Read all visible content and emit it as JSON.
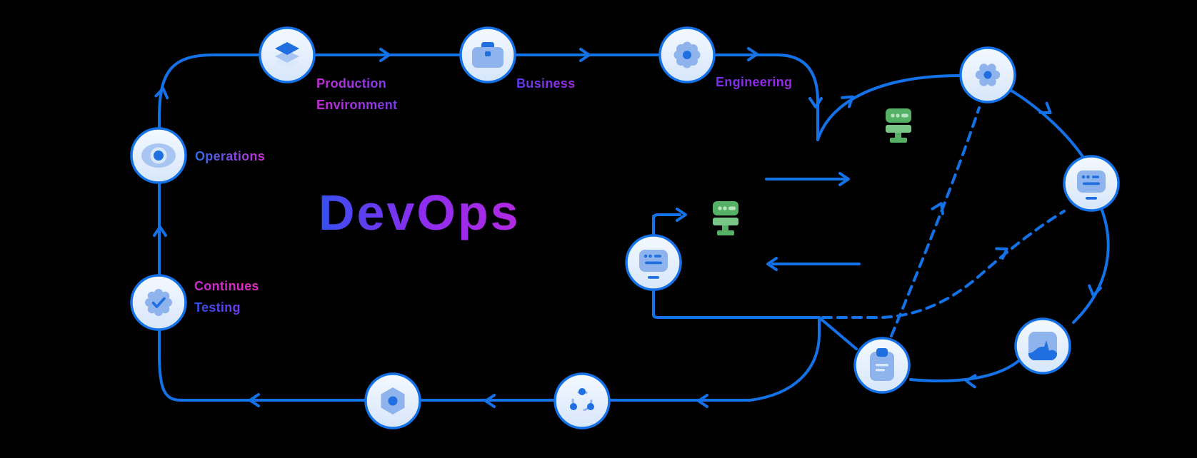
{
  "title": "DevOps",
  "labels": {
    "production_line1": "Production",
    "production_line2": "Environment",
    "business": "Business",
    "engineering": "Engineering",
    "operations": "Operations",
    "testing_line1": "Continues",
    "testing_line2": "Testing",
    "title": "DevOps"
  },
  "icons": [
    "layers-stack-icon",
    "briefcase-icon",
    "gear-flower-icon",
    "gear-flower-icon-2",
    "terminal-window-icon",
    "terminal-window-icon-2",
    "clipboard-icon",
    "activity-monitor-icon",
    "hexagon-nut-icon",
    "share-cycle-icon",
    "target-eye-icon",
    "check-badge-icon",
    "green-robot-server-icon",
    "green-robot-server-icon-2"
  ],
  "colors": {
    "line": "#1472e8",
    "node_fill": "#f3f8fe",
    "node_fill2": "#d9e7fb",
    "icon_light": "#8fb3ec",
    "icon_mid": "#a9c6f2",
    "icon_dark": "#1f6fe0",
    "icon_pale": "#d9e8fb",
    "green": "#55b165",
    "green_light": "#79c787",
    "green_pale": "#b9e4c1",
    "devops_a": "#3550f0",
    "devops_b": "#8c2cf0",
    "devops_c": "#b32ae0",
    "prod_a": "#c52bd6",
    "prod_b": "#7b3bf0",
    "biz_a": "#5f38f0",
    "biz_b": "#a12ae2",
    "eng_a": "#7a2ff0",
    "eng_b": "#9a29e4",
    "ops_a": "#2e6ae8",
    "ops_b": "#c92fd2",
    "cont_a": "#c92bd2",
    "cont_b": "#e12cc0",
    "test_a": "#3150ea",
    "test_b": "#8433f0"
  }
}
